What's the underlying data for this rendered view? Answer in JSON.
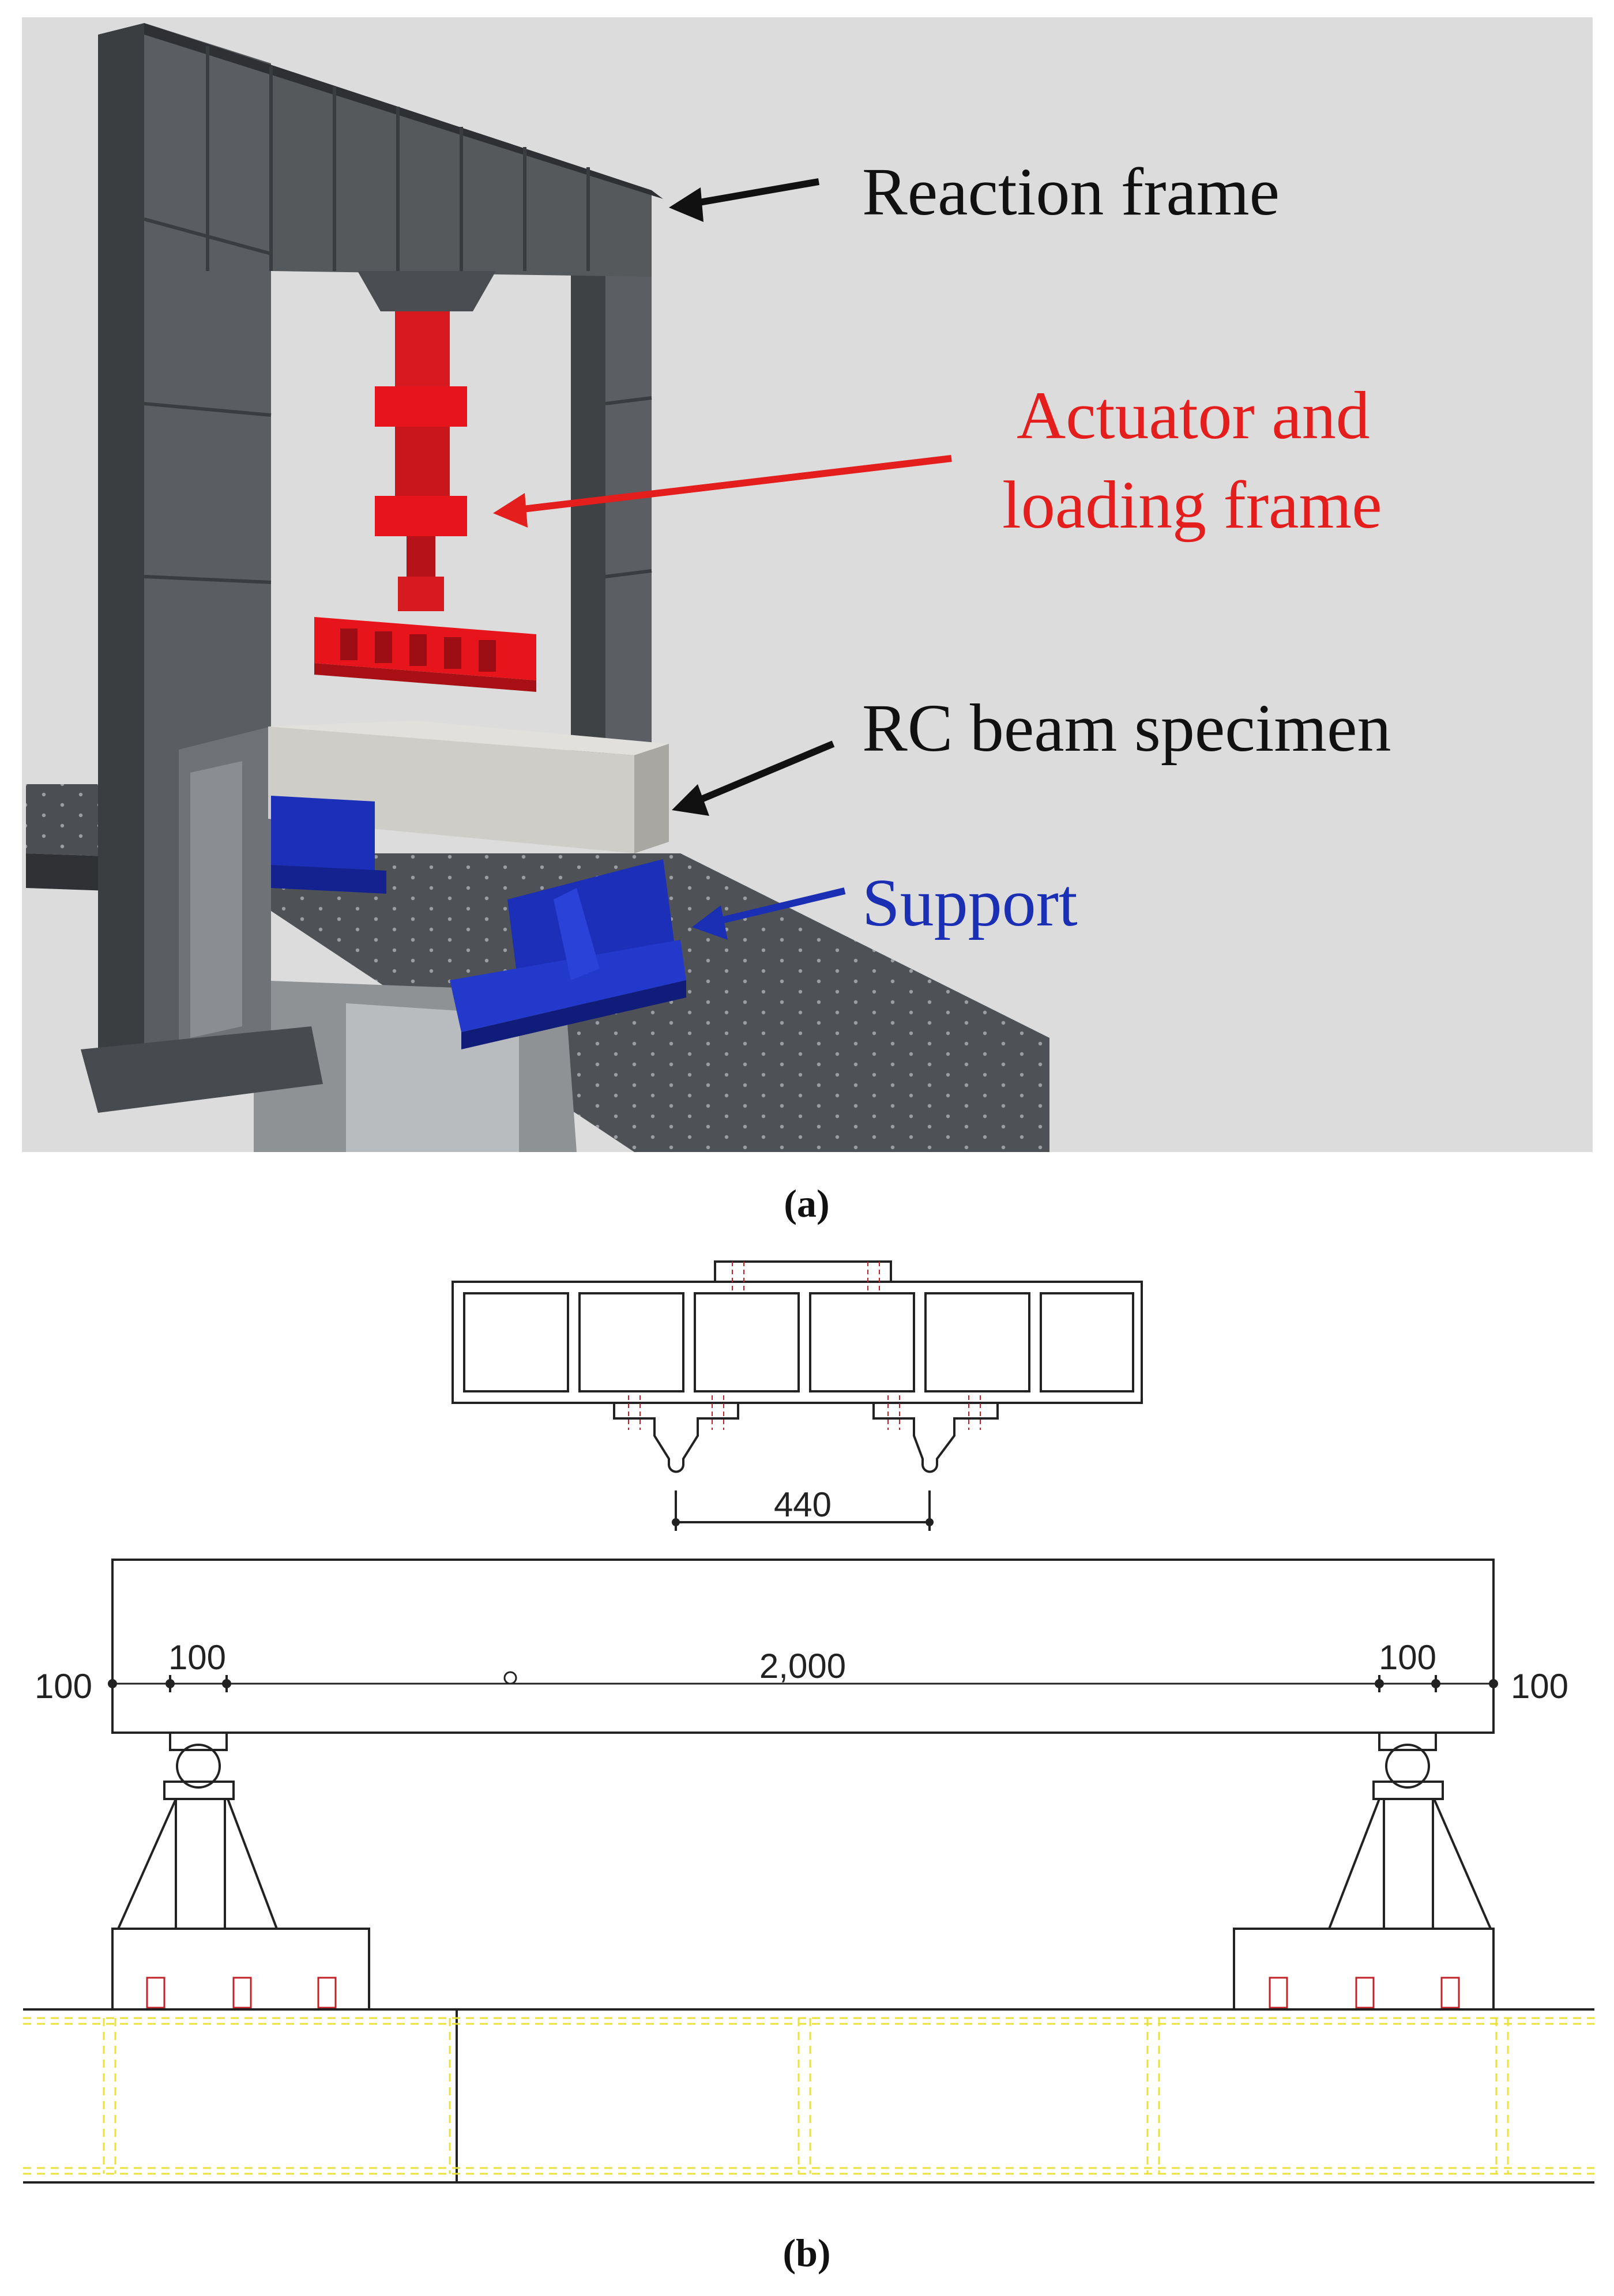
{
  "panel_a": {
    "caption": "(a)",
    "labels": {
      "reaction_frame": "Reaction frame",
      "actuator_line1": "Actuator and",
      "actuator_line2": "loading frame",
      "rc_beam": "RC beam specimen",
      "support": "Support"
    },
    "colors": {
      "background": "#dcdcdc",
      "steel": "#55595c",
      "steel_dark": "#3a3d40",
      "actuator": "#e8141b",
      "beam": "#c9c7c2",
      "support": "#1b2fb8",
      "black_label": "#111111",
      "red_label": "#e41d1d",
      "blue_label": "#1a2fb3"
    }
  },
  "panel_b": {
    "caption": "(b)",
    "dimensions": {
      "load_spacing": "440",
      "span": "2,000",
      "left_overhang": "100",
      "left_support_width": "100",
      "right_support_width": "100",
      "right_overhang": "100"
    },
    "colors": {
      "line": "#222222",
      "bolt": "#c0232a",
      "hidden": "#e8e23a"
    }
  }
}
